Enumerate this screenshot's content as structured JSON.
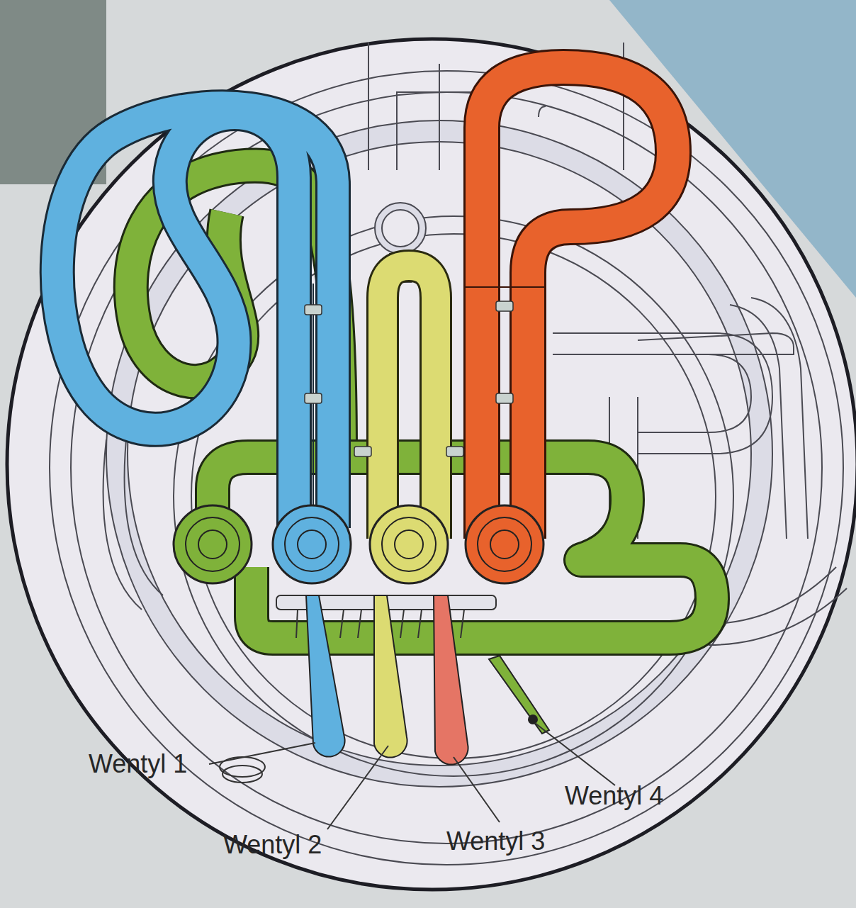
{
  "diagram": {
    "labels": [
      "Wentyl 1",
      "Wentyl 2",
      "Wentyl 3",
      "Wentyl 4"
    ]
  }
}
